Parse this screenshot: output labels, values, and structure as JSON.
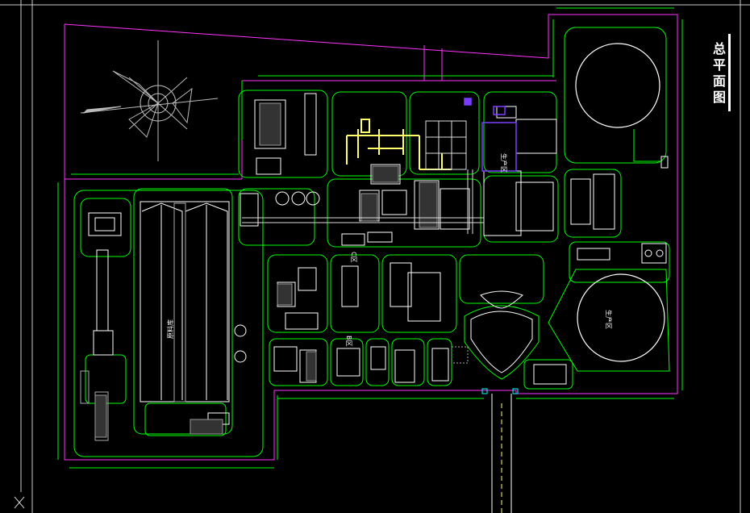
{
  "drawing": {
    "title": "总平面图",
    "colors": {
      "background": "#000000",
      "boundary": "#ff33ff",
      "road": "#00ff00",
      "building": "#ffffff",
      "dimension": "#00ff00",
      "highlight": "#ffff66",
      "accent": "#7a3cff",
      "gray": "#9a9a9a",
      "cyan": "#00ffff"
    },
    "labels": {
      "rect_a": "C区",
      "rect_b": "B区",
      "left_building": "原料库",
      "production_top": "生产区",
      "tank_bottom": "生产区"
    }
  }
}
